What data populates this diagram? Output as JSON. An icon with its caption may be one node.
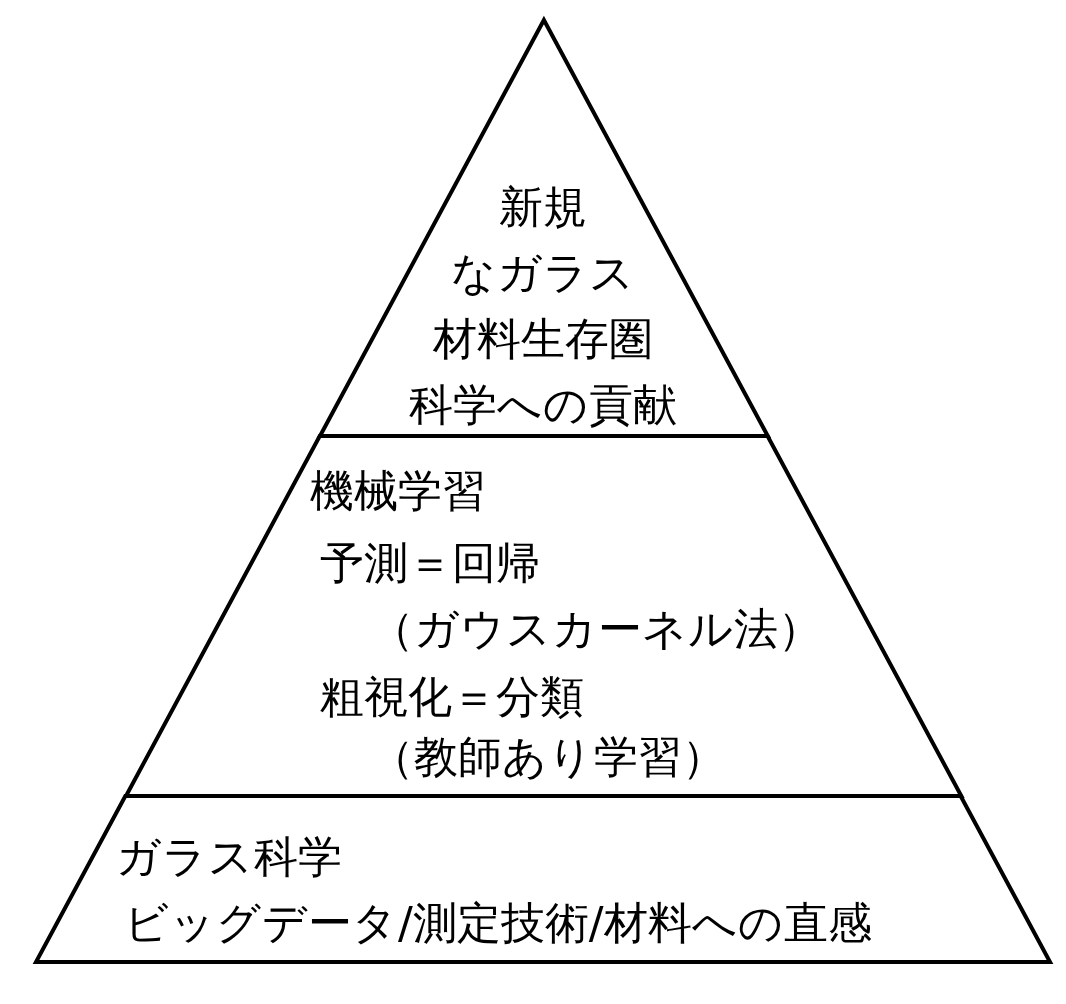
{
  "diagram": {
    "nodes": [
      {
        "text": [
          "新規なガラス材料生存圏科学への貢献"
        ]
      },
      {
        "text": [
          "機械学習",
          "予測＝回帰",
          "（ガウスカーネル法）",
          "粗視化＝分類",
          "（教師あり学習）"
        ]
      },
      {
        "text": [
          "ガラス科学",
          "ビッグデータ/測定技術/材料への直感"
        ]
      }
    ]
  }
}
